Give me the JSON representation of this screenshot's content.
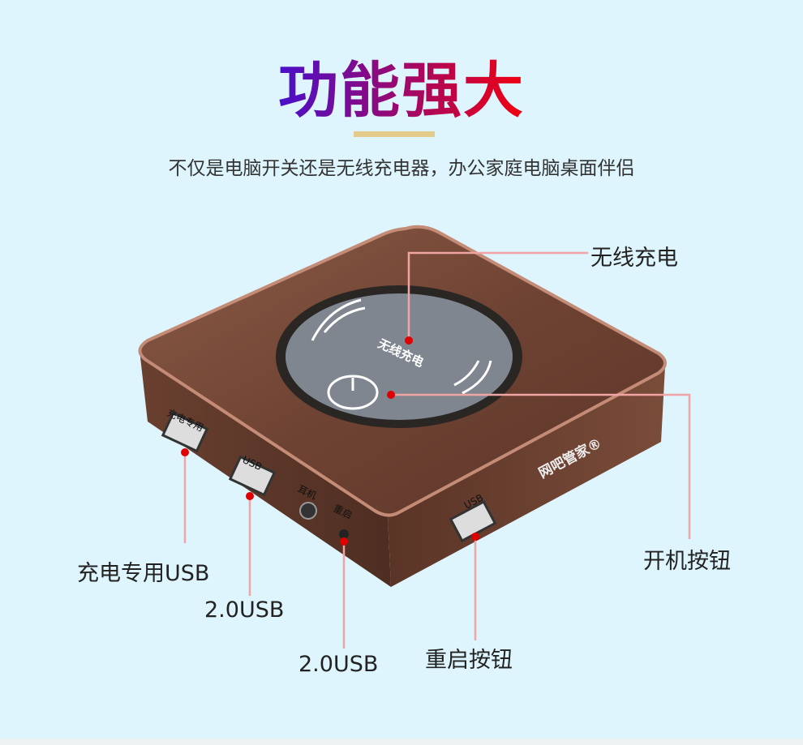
{
  "header": {
    "title": "功能强大",
    "subtitle": "不仅是电脑开关还是无线充电器，办公家庭电脑桌面伴侣"
  },
  "callouts": [
    {
      "label": "无线充电"
    },
    {
      "label": "开机按钮"
    },
    {
      "label": "充电专用USB"
    },
    {
      "label": "2.0USB"
    },
    {
      "label": "2.0USB"
    },
    {
      "label": "重启按钮"
    }
  ],
  "device_print": {
    "pad": "无线充电",
    "charge_port": "充电专用",
    "usb1": "USB",
    "earphone": "耳机",
    "restart": "重启",
    "usb2": "USB",
    "brand": "网吧管家®"
  },
  "colors": {
    "background": "#def5fd",
    "accent_line": "#e3cb8c",
    "callout_line": "#f0a4a4",
    "dot": "#e00000",
    "device": "#7a4a38"
  }
}
